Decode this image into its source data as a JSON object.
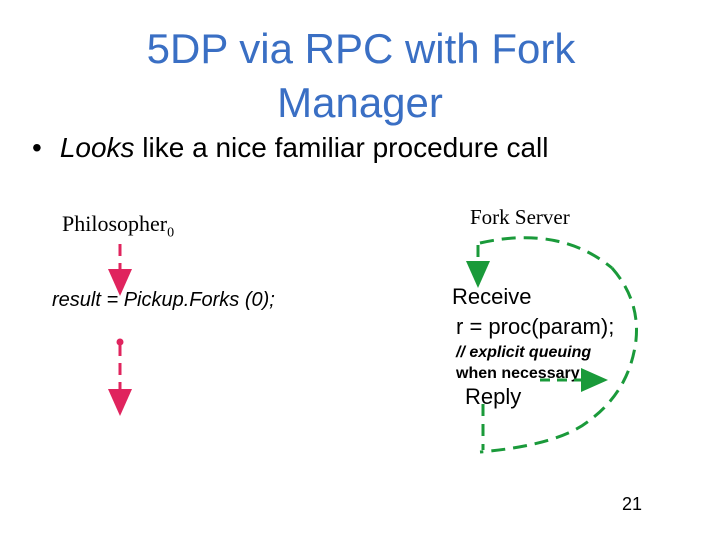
{
  "slide": {
    "title_line1": "5DP via RPC with Fork",
    "title_line2": "Manager",
    "bullet_prefix": "•",
    "bullet_italic": "Looks",
    "bullet_rest": " like a nice familiar procedure call",
    "page_number": "21"
  },
  "diagram": {
    "philosopher_label": "Philosopher",
    "philosopher_index": "0",
    "fork_server_label": "Fork Server",
    "client_call": "result = Pickup.Forks (0);",
    "server_receive": "Receive",
    "server_proc": "r = proc(param);",
    "server_note_line1": "// explicit queuing",
    "server_note_line2": "when necessary",
    "server_reply": "Reply",
    "arrow_color": "#e0245e",
    "server_arrow_color": "#1a9a3a"
  },
  "colors": {
    "title": "#3a6fc4"
  }
}
